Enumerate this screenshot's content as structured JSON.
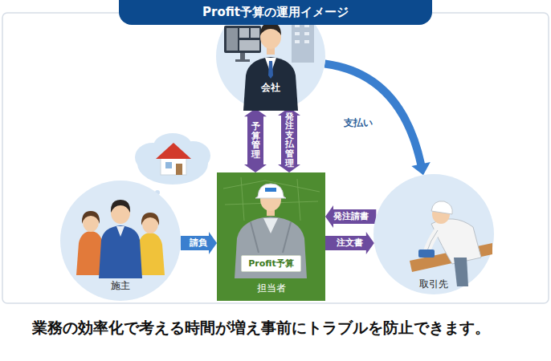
{
  "diagram": {
    "title": "Profit予算の運用イメージ",
    "caption": "業務の効率化で考える時間が増え事前にトラブルを防止できます。",
    "nodes": [
      {
        "text": [
          "会社"
        ]
      },
      {
        "text": [
          "施主"
        ]
      },
      {
        "text": [
          "担当者"
        ]
      },
      {
        "text": [
          "Profit予算"
        ],
        "in": 2
      },
      {
        "text": [
          "取引先"
        ]
      }
    ],
    "edges": [
      {
        "from": 0,
        "to": 2,
        "label": "予算管理",
        "arrow": "both"
      },
      {
        "from": 0,
        "to": 2,
        "label": "発注支払管理",
        "arrow": "both"
      },
      {
        "from": 0,
        "to": 4,
        "label": "支払い",
        "arrow": "to"
      },
      {
        "from": 1,
        "to": 2,
        "label": "請負",
        "arrow": "to"
      },
      {
        "from": 4,
        "to": 2,
        "label": "発注請書",
        "arrow": "to"
      },
      {
        "from": 2,
        "to": 4,
        "label": "注文書",
        "arrow": "to"
      }
    ]
  }
}
